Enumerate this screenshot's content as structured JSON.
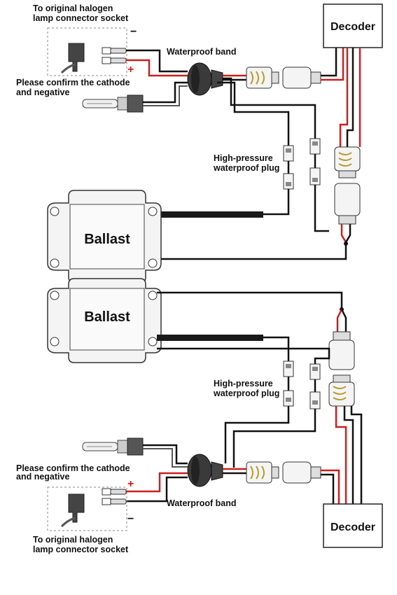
{
  "colors": {
    "positive_wire": "#cc1f1f",
    "negative_wire": "#111111",
    "component_stroke": "#333333",
    "component_fill": "#f4f4f4"
  },
  "top_harness": {
    "socket_label_line1": "To original halogen",
    "socket_label_line2": "lamp connector socket",
    "negative_sign": "−",
    "positive_sign": "+",
    "waterproof_band_label": "Waterproof band",
    "cathode_label_line1": "Please confirm the cathode",
    "cathode_label_line2": "and negative",
    "decoder_label": "Decoder",
    "plug_label_line1": "High-pressure",
    "plug_label_line2": "waterproof plug",
    "ballast_label": "Ballast"
  },
  "bottom_harness": {
    "ballast_label": "Ballast",
    "plug_label_line1": "High-pressure",
    "plug_label_line2": "waterproof plug",
    "cathode_label_line1": "Please confirm the cathode",
    "cathode_label_line2": "and negative",
    "positive_sign": "+",
    "negative_sign": "−",
    "waterproof_band_label": "Waterproof band",
    "decoder_label": "Decoder",
    "socket_label_line1": "To original halogen",
    "socket_label_line2": "lamp connector socket"
  },
  "icons": [
    "halogen-socket-icon",
    "hid-bulb-icon",
    "waterproof-band-icon",
    "connector-plug-icon",
    "ballast-box-icon",
    "decoder-box-icon"
  ]
}
